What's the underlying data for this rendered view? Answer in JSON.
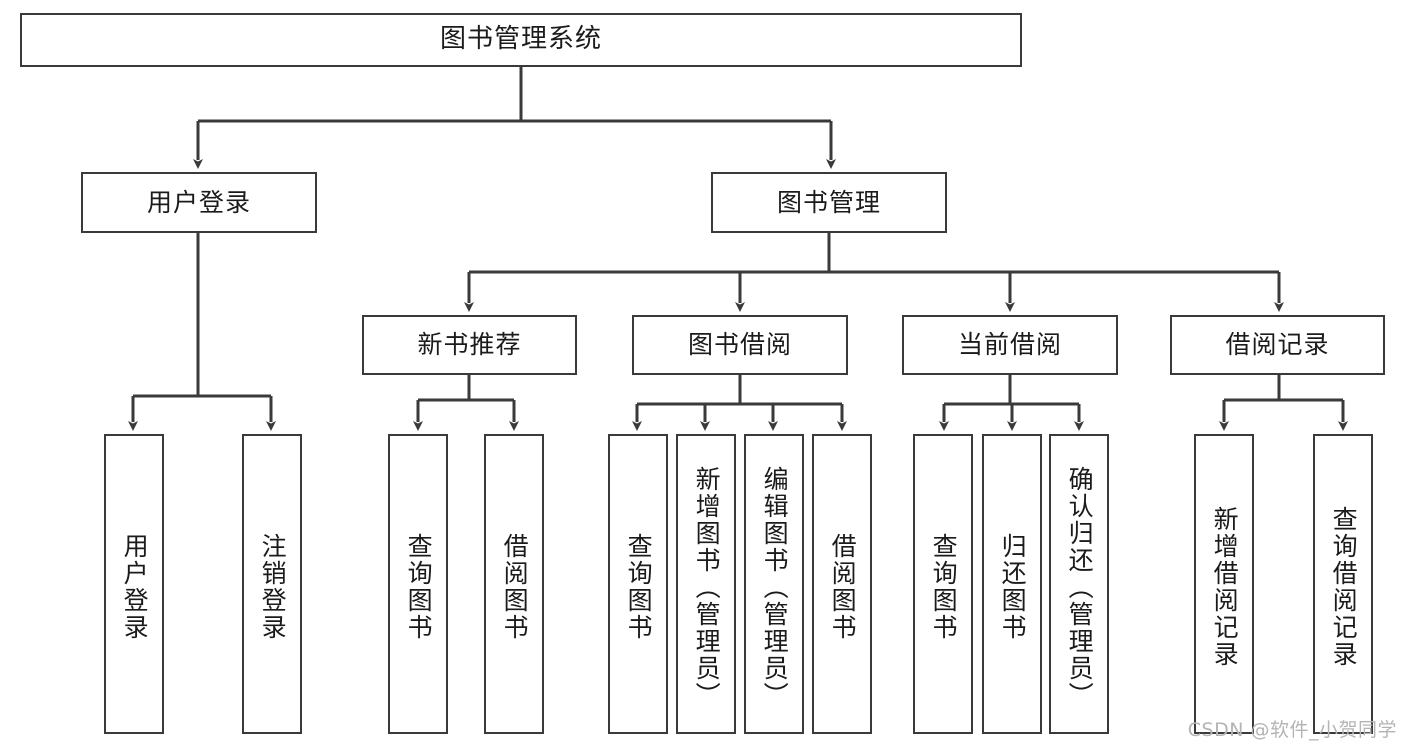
{
  "diagram": {
    "kind": "hierarchy-tree",
    "title": "图书管理系统",
    "watermark": "CSDN @软件_小贺同学",
    "colors": {
      "stroke": "#3a3a3a",
      "fill": "#ffffff",
      "text": "#1b1b1b",
      "watermark": "#b4b4b4"
    },
    "levels": {
      "root": {
        "label": "图书管理系统"
      },
      "level2": [
        {
          "label": "用户登录"
        },
        {
          "label": "图书管理"
        }
      ],
      "level3": [
        {
          "label": "新书推荐"
        },
        {
          "label": "图书借阅"
        },
        {
          "label": "当前借阅"
        },
        {
          "label": "借阅记录"
        }
      ],
      "level4": [
        {
          "label": "用户登录",
          "parent": "用户登录"
        },
        {
          "label": "注销登录",
          "parent": "用户登录"
        },
        {
          "label": "查询图书",
          "parent": "新书推荐"
        },
        {
          "label": "借阅图书",
          "parent": "新书推荐"
        },
        {
          "label": "查询图书",
          "parent": "图书借阅"
        },
        {
          "label": "新增图书（管理员）",
          "parent": "图书借阅"
        },
        {
          "label": "编辑图书（管理员）",
          "parent": "图书借阅"
        },
        {
          "label": "借阅图书",
          "parent": "图书借阅"
        },
        {
          "label": "查询图书",
          "parent": "当前借阅"
        },
        {
          "label": "归还图书",
          "parent": "当前借阅"
        },
        {
          "label": "确认归还（管理员）",
          "parent": "当前借阅"
        },
        {
          "label": "新增借阅记录",
          "parent": "借阅记录"
        },
        {
          "label": "查询借阅记录",
          "parent": "借阅记录"
        }
      ]
    }
  }
}
